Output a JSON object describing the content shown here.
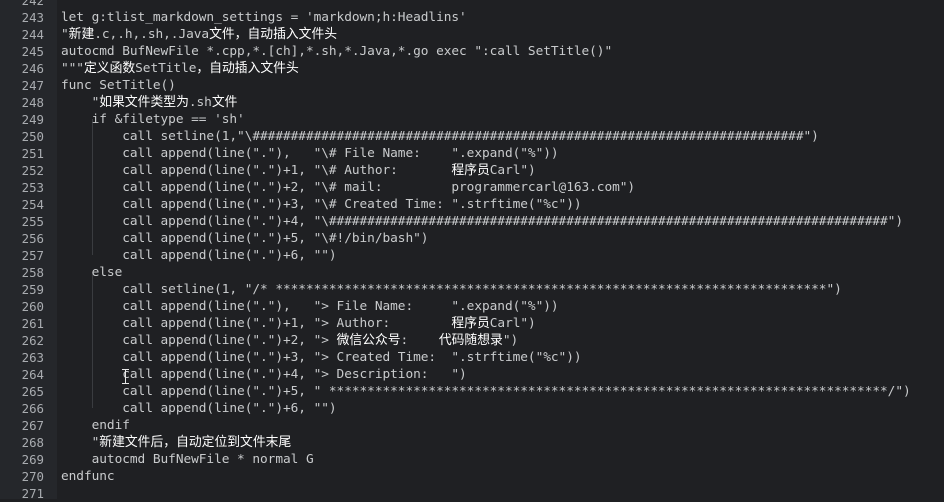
{
  "editor": {
    "lines": [
      {
        "number": "242",
        "text": ""
      },
      {
        "number": "243",
        "text": "let g:tlist_markdown_settings = 'markdown;h:Headlins'"
      },
      {
        "number": "244",
        "text": "\"新建.c,.h,.sh,.Java文件，自动插入文件头"
      },
      {
        "number": "245",
        "text": "autocmd BufNewFile *.cpp,*.[ch],*.sh,*.Java,*.go exec \":call SetTitle()\""
      },
      {
        "number": "246",
        "text": "\"\"\"定义函数SetTitle，自动插入文件头"
      },
      {
        "number": "247",
        "text": "func SetTitle()"
      },
      {
        "number": "248",
        "text": "    \"如果文件类型为.sh文件"
      },
      {
        "number": "249",
        "text": "    if &filetype == 'sh'"
      },
      {
        "number": "250",
        "text": "        call setline(1,\"\\########################################################################\")"
      },
      {
        "number": "251",
        "text": "        call append(line(\".\"),   \"\\# File Name:    \".expand(\"%\"))"
      },
      {
        "number": "252",
        "text": "        call append(line(\".\")+1, \"\\# Author:       程序员Carl\")"
      },
      {
        "number": "253",
        "text": "        call append(line(\".\")+2, \"\\# mail:         programmercarl@163.com\")"
      },
      {
        "number": "254",
        "text": "        call append(line(\".\")+3, \"\\# Created Time: \".strftime(\"%c\"))"
      },
      {
        "number": "255",
        "text": "        call append(line(\".\")+4, \"\\#########################################################################\")"
      },
      {
        "number": "256",
        "text": "        call append(line(\".\")+5, \"\\#!/bin/bash\")"
      },
      {
        "number": "257",
        "text": "        call append(line(\".\")+6, \"\")"
      },
      {
        "number": "258",
        "text": "    else"
      },
      {
        "number": "259",
        "text": "        call setline(1, \"/* ************************************************************************\")"
      },
      {
        "number": "260",
        "text": "        call append(line(\".\"),   \"> File Name:     \".expand(\"%\"))"
      },
      {
        "number": "261",
        "text": "        call append(line(\".\")+1, \"> Author:        程序员Carl\")"
      },
      {
        "number": "262",
        "text": "        call append(line(\".\")+2, \"> 微信公众号:    代码随想录\")"
      },
      {
        "number": "263",
        "text": "        call append(line(\".\")+3, \"> Created Time:  \".strftime(\"%c\"))"
      },
      {
        "number": "264",
        "text": "        call append(line(\".\")+4, \"> Description:   \")"
      },
      {
        "number": "265",
        "text": "        call append(line(\".\")+5, \" *************************************************************************/\")"
      },
      {
        "number": "266",
        "text": "        call append(line(\".\")+6, \"\")"
      },
      {
        "number": "267",
        "text": "    endif"
      },
      {
        "number": "268",
        "text": "    \"新建文件后，自动定位到文件末尾"
      },
      {
        "number": "269",
        "text": "    autocmd BufNewFile * normal G"
      },
      {
        "number": "270",
        "text": "endfunc"
      },
      {
        "number": "271",
        "text": ""
      }
    ],
    "colors": {
      "background": "#1f2023",
      "gutter": "#25272b",
      "line_number": "#a9acb0",
      "text": "#c9cbcd",
      "cjk_text": "#ffffff",
      "indent_guide": "#3a3c40"
    }
  }
}
